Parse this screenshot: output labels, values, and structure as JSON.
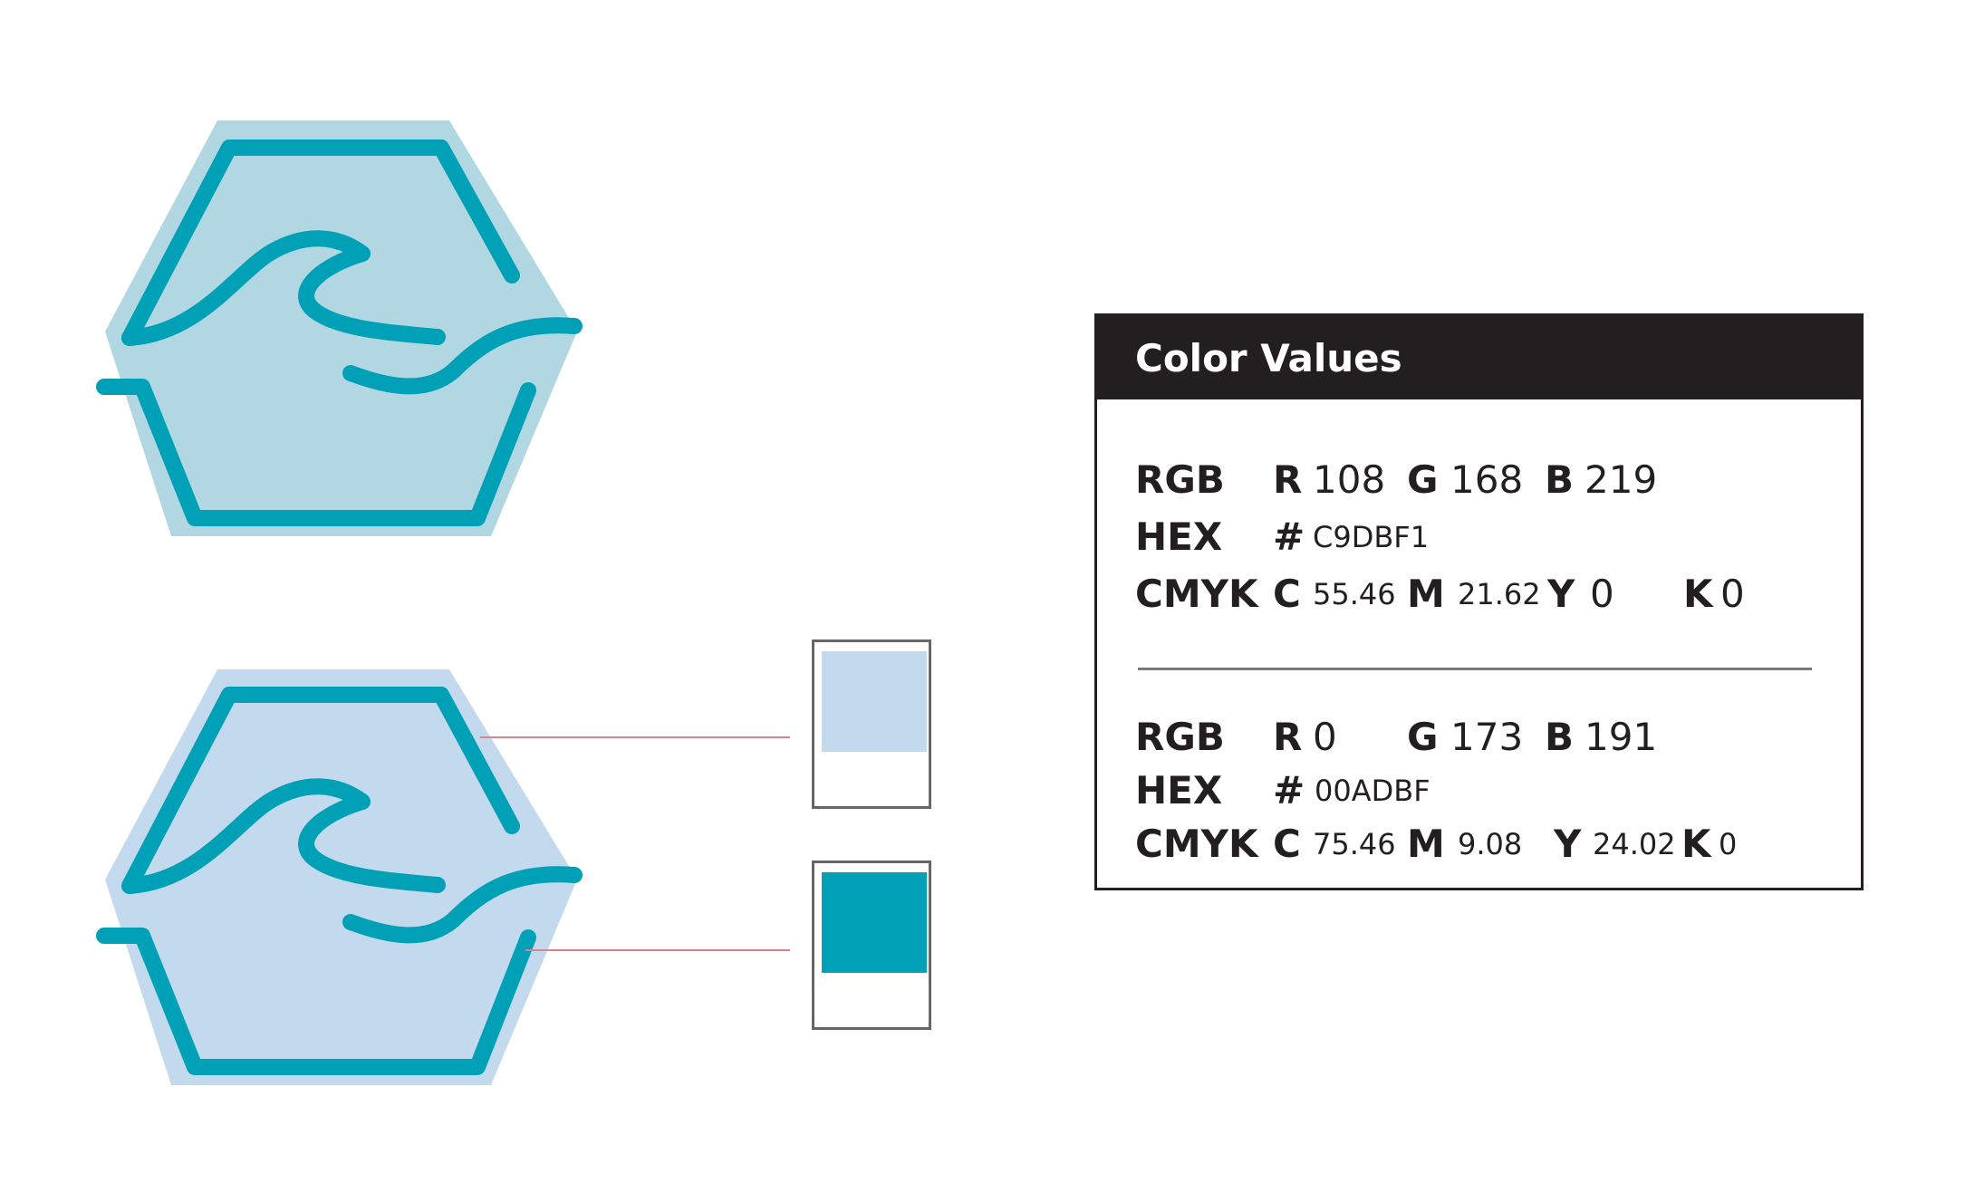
{
  "logo_variants": [
    {
      "name": "logo-light-teal-variant",
      "fill_color": "#b1d8e2",
      "stroke_color": "#00a1b6",
      "outer_color": "#b1d8e2"
    },
    {
      "name": "logo-light-blue-variant",
      "fill_color": "#c3daee",
      "stroke_color": "#00a1b6",
      "outer_color": "#c3daee"
    }
  ],
  "swatches": [
    {
      "color": "#c3daee"
    },
    {
      "color": "#00a1b6"
    }
  ],
  "panel": {
    "title": "Color Values",
    "colors": [
      {
        "rgb_label": "RGB",
        "r_key": "R",
        "r": "108",
        "g_key": "G",
        "g": "168",
        "b_key": "B",
        "b": "219",
        "hex_label": "HEX",
        "hex_key": "#",
        "hex": "C9DBF1",
        "cmyk_label": "CMYK",
        "c_key": "C",
        "c": "55.46",
        "m_key": "M",
        "m": "21.62",
        "y_key": "Y",
        "y": "0",
        "k_key": "K",
        "k": "0"
      },
      {
        "rgb_label": "RGB",
        "r_key": "R",
        "r": "0",
        "g_key": "G",
        "g": "173",
        "b_key": "B",
        "b": "191",
        "hex_label": "HEX",
        "hex_key": "#",
        "hex": "00ADBF",
        "cmyk_label": "CMYK",
        "c_key": "C",
        "c": "75.46",
        "m_key": "M",
        "m": "9.08",
        "y_key": "Y",
        "y": "24.02",
        "k_key": "K",
        "k": "0"
      }
    ]
  }
}
